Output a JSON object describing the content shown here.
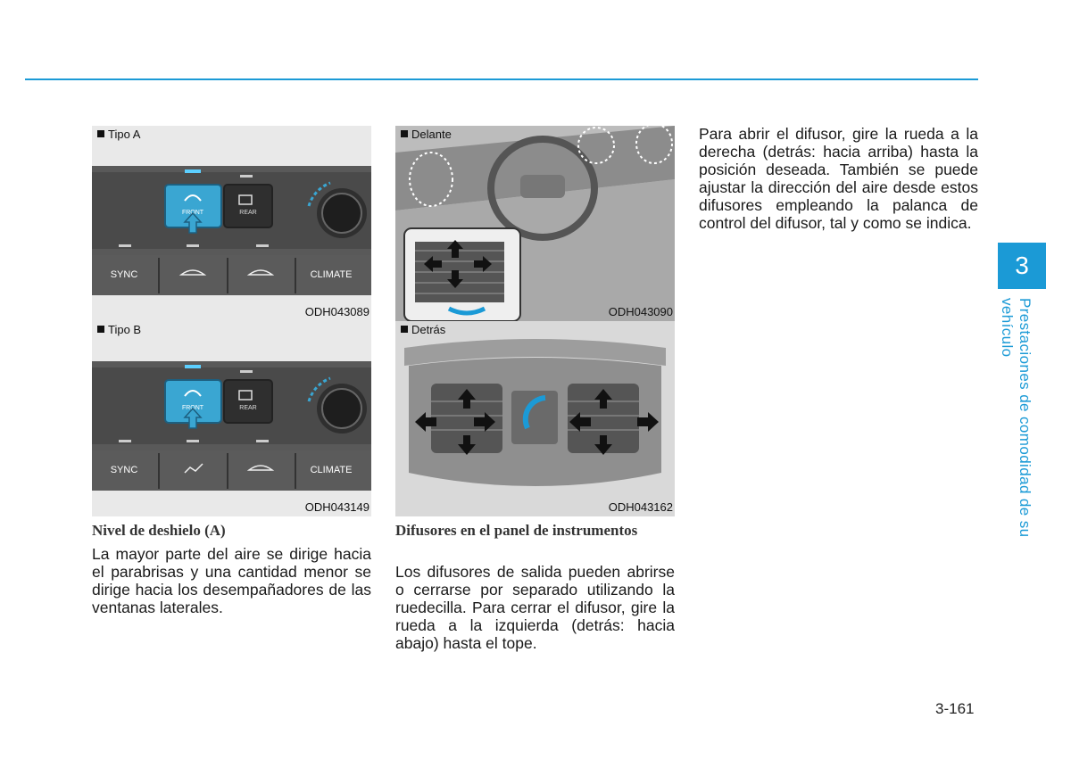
{
  "figures": {
    "tipo_a": {
      "label": "Tipo A",
      "code": "ODH043089",
      "front_label": "FRONT",
      "rear_label": "REAR",
      "buttons": [
        "SYNC",
        "CLIMATE"
      ]
    },
    "tipo_b": {
      "label": "Tipo B",
      "code": "ODH043149",
      "front_label": "FRONT",
      "rear_label": "REAR",
      "buttons": [
        "SYNC",
        "CLIMATE"
      ]
    },
    "delante": {
      "label": "Delante",
      "code": "ODH043090"
    },
    "detras": {
      "label": "Detrás",
      "code": "ODH043162"
    }
  },
  "sections": {
    "deshielo": {
      "heading": "Nivel de deshielo (A)",
      "body": "La mayor parte del aire se dirige hacia el parabrisas y una cantidad menor se dirige hacia los desempañadores de las ventanas laterales."
    },
    "difusores": {
      "heading": "Difusores en el panel de instrumentos",
      "body": "Los difusores de salida pueden abrirse o cerrarse por separado utilizando la ruedecilla. Para cerrar el difusor, gire la rueda a la izquierda (detrás: hacia abajo) hasta el tope."
    },
    "abrir": {
      "body": "Para abrir el difusor, gire la rueda a la derecha (detrás: hacia arriba) hasta la posición deseada. También se puede ajustar la dirección del aire desde estos difusores empleando la palanca de control del difusor, tal y como se indica."
    }
  },
  "chapter": {
    "number": "3",
    "title": "Prestaciones de comodidad de su vehículo"
  },
  "page_number": "3-161",
  "colors": {
    "accent": "#1b9ad6",
    "button_blue": "#3aa6d2"
  }
}
